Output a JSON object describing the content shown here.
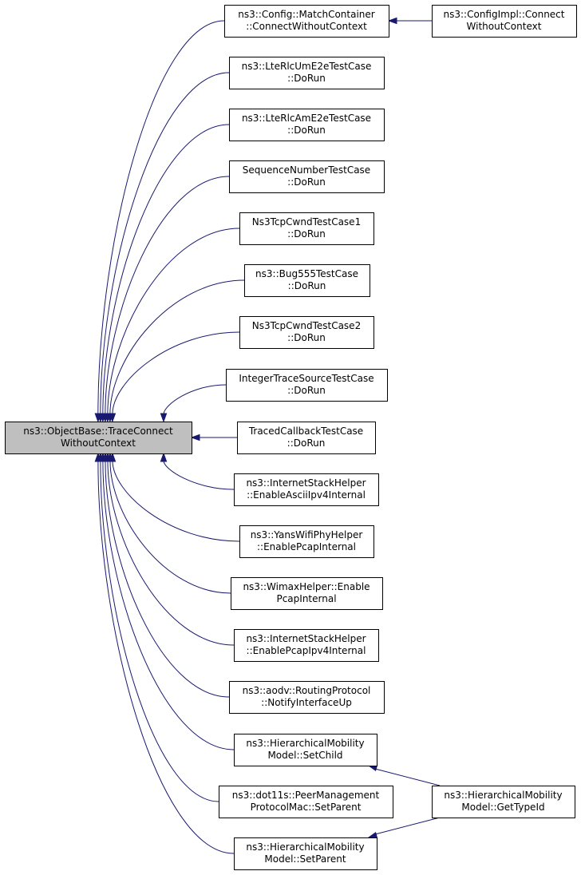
{
  "diagram": {
    "colors": {
      "edge": "#191970",
      "root_fill": "#bfbfbf",
      "node_fill": "#ffffff",
      "border": "#000000"
    },
    "root": {
      "id": "root",
      "lines": [
        "ns3::ObjectBase::TraceConnect",
        "WithoutContext"
      ]
    },
    "nodes": [
      {
        "id": "match-container",
        "lines": [
          "ns3::Config::MatchContainer",
          "::ConnectWithoutContext"
        ]
      },
      {
        "id": "config-impl",
        "lines": [
          "ns3::ConfigImpl::Connect",
          "WithoutContext"
        ]
      },
      {
        "id": "lte-rlc-um",
        "lines": [
          "ns3::LteRlcUmE2eTestCase",
          "::DoRun"
        ]
      },
      {
        "id": "lte-rlc-am",
        "lines": [
          "ns3::LteRlcAmE2eTestCase",
          "::DoRun"
        ]
      },
      {
        "id": "seq-number",
        "lines": [
          "SequenceNumberTestCase",
          "::DoRun"
        ]
      },
      {
        "id": "tcp-cwnd-1",
        "lines": [
          "Ns3TcpCwndTestCase1",
          "::DoRun"
        ]
      },
      {
        "id": "bug555",
        "lines": [
          "ns3::Bug555TestCase",
          "::DoRun"
        ]
      },
      {
        "id": "tcp-cwnd-2",
        "lines": [
          "Ns3TcpCwndTestCase2",
          "::DoRun"
        ]
      },
      {
        "id": "integer-trace",
        "lines": [
          "IntegerTraceSourceTestCase",
          "::DoRun"
        ]
      },
      {
        "id": "traced-callback",
        "lines": [
          "TracedCallbackTestCase",
          "::DoRun"
        ]
      },
      {
        "id": "ascii-ipv4",
        "lines": [
          "ns3::InternetStackHelper",
          "::EnableAsciiIpv4Internal"
        ]
      },
      {
        "id": "yans-pcap",
        "lines": [
          "ns3::YansWifiPhyHelper",
          "::EnablePcapInternal"
        ]
      },
      {
        "id": "wimax-pcap",
        "lines": [
          "ns3::WimaxHelper::Enable",
          "PcapInternal"
        ]
      },
      {
        "id": "pcap-ipv4",
        "lines": [
          "ns3::InternetStackHelper",
          "::EnablePcapIpv4Internal"
        ]
      },
      {
        "id": "aodv-up",
        "lines": [
          "ns3::aodv::RoutingProtocol",
          "::NotifyInterfaceUp"
        ]
      },
      {
        "id": "hier-setchild",
        "lines": [
          "ns3::HierarchicalMobility",
          "Model::SetChild"
        ]
      },
      {
        "id": "peer-setparent",
        "lines": [
          "ns3::dot11s::PeerManagement",
          "ProtocolMac::SetParent"
        ]
      },
      {
        "id": "hier-setparent",
        "lines": [
          "ns3::HierarchicalMobility",
          "Model::SetParent"
        ]
      },
      {
        "id": "hier-gettypeid",
        "lines": [
          "ns3::HierarchicalMobility",
          "Model::GetTypeId"
        ]
      }
    ],
    "edges": [
      {
        "from": "match-container",
        "to": "root"
      },
      {
        "from": "config-impl",
        "to": "match-container"
      },
      {
        "from": "lte-rlc-um",
        "to": "root"
      },
      {
        "from": "lte-rlc-am",
        "to": "root"
      },
      {
        "from": "seq-number",
        "to": "root"
      },
      {
        "from": "tcp-cwnd-1",
        "to": "root"
      },
      {
        "from": "bug555",
        "to": "root"
      },
      {
        "from": "tcp-cwnd-2",
        "to": "root"
      },
      {
        "from": "integer-trace",
        "to": "root"
      },
      {
        "from": "traced-callback",
        "to": "root"
      },
      {
        "from": "ascii-ipv4",
        "to": "root"
      },
      {
        "from": "yans-pcap",
        "to": "root"
      },
      {
        "from": "wimax-pcap",
        "to": "root"
      },
      {
        "from": "pcap-ipv4",
        "to": "root"
      },
      {
        "from": "aodv-up",
        "to": "root"
      },
      {
        "from": "hier-setchild",
        "to": "root"
      },
      {
        "from": "peer-setparent",
        "to": "root"
      },
      {
        "from": "hier-setparent",
        "to": "root"
      },
      {
        "from": "hier-gettypeid",
        "to": "hier-setchild"
      },
      {
        "from": "hier-gettypeid",
        "to": "hier-setparent"
      }
    ]
  }
}
